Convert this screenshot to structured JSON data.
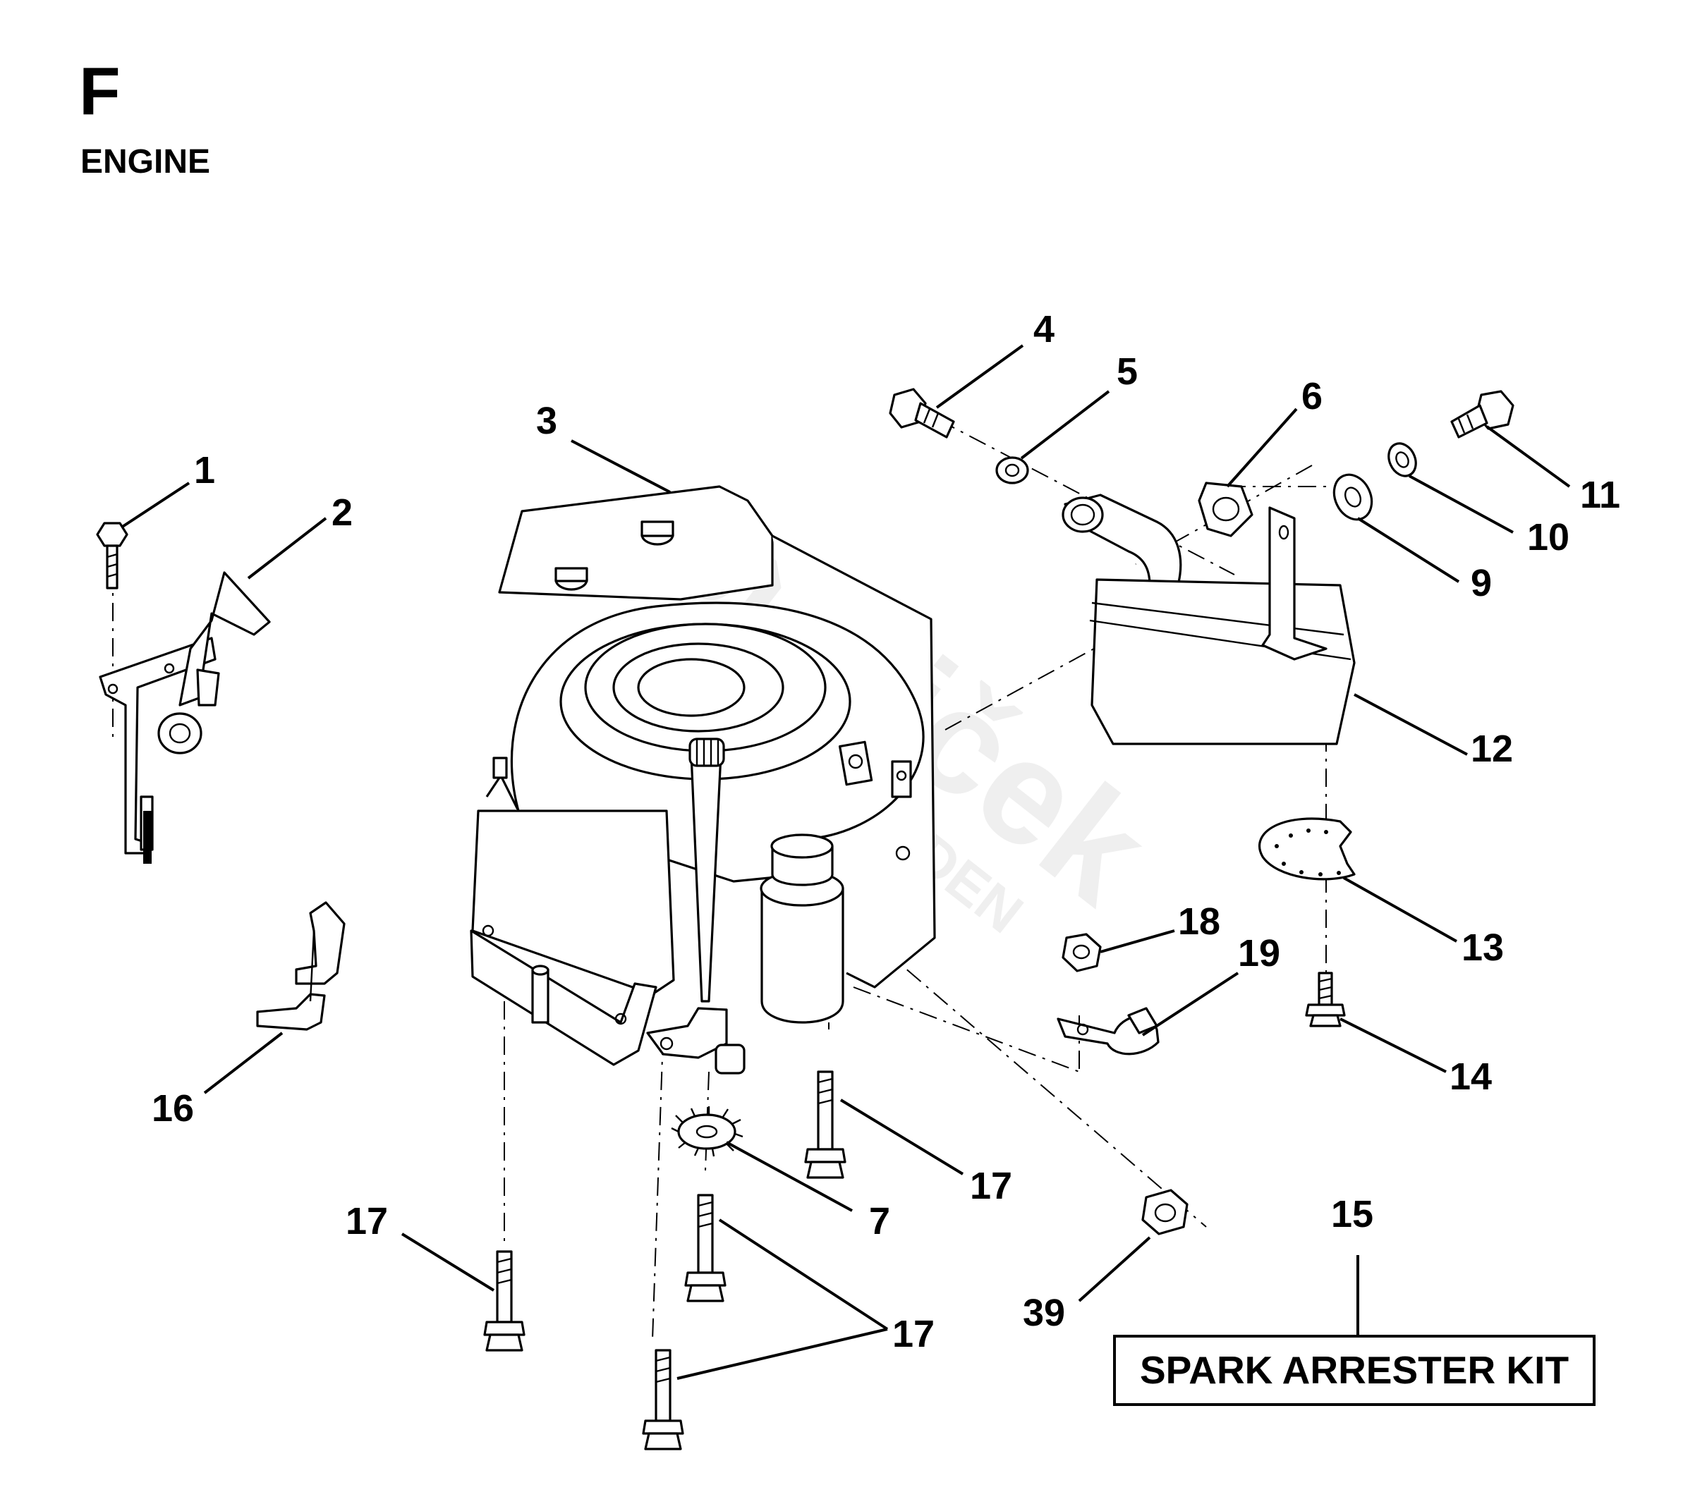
{
  "header": {
    "section_letter": "F",
    "section_title": "ENGINE"
  },
  "watermark": {
    "brand": "Strejček",
    "sub": "GARDEN"
  },
  "callouts": {
    "c1": "1",
    "c2": "2",
    "c3": "3",
    "c4": "4",
    "c5": "5",
    "c6": "6",
    "c7": "7",
    "c9": "9",
    "c10": "10",
    "c11": "11",
    "c12": "12",
    "c13": "13",
    "c14": "14",
    "c15": "15",
    "c16": "16",
    "c17a": "17",
    "c17b": "17",
    "c17c": "17",
    "c18": "18",
    "c19": "19",
    "c39": "39"
  },
  "kit": {
    "label": "SPARK ARRESTER KIT"
  }
}
